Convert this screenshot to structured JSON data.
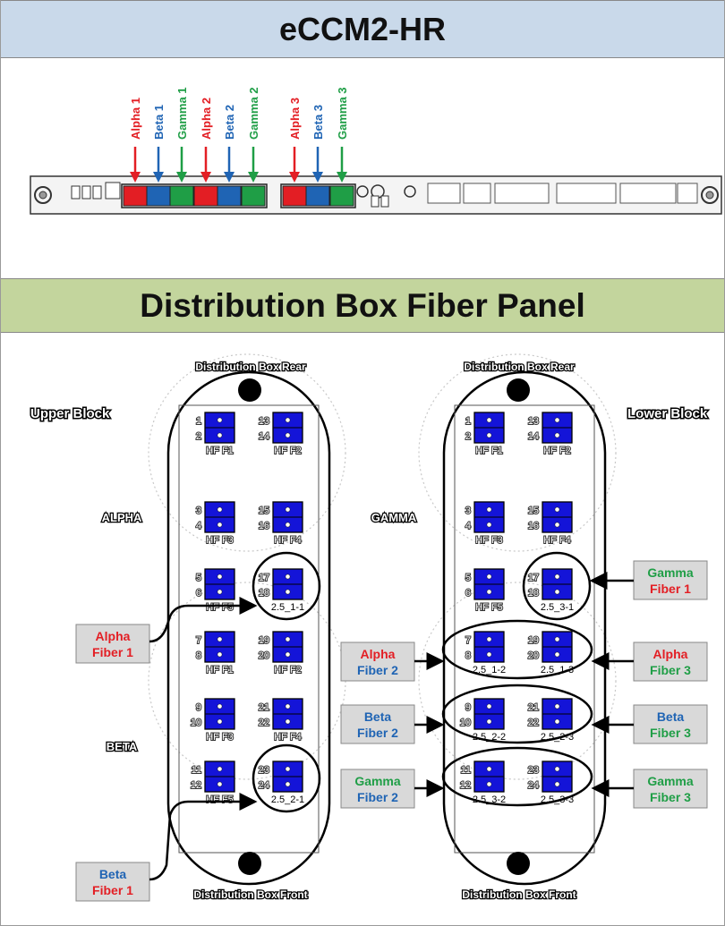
{
  "header": {
    "title": "eCCM2-HR"
  },
  "panel_title": "Distribution Box Fiber Panel",
  "card": {
    "fiber_labels": [
      {
        "text": "Alpha 1",
        "color": "#e31e24"
      },
      {
        "text": "Beta 1",
        "color": "#1f64b4"
      },
      {
        "text": "Gamma 1",
        "color": "#1f9e46"
      },
      {
        "text": "Alpha 2",
        "color": "#e31e24"
      },
      {
        "text": "Beta 2",
        "color": "#1f64b4"
      },
      {
        "text": "Gamma 2",
        "color": "#1f9e46"
      },
      {
        "text": "Alpha 3",
        "color": "#e31e24"
      },
      {
        "text": "Beta 3",
        "color": "#1f64b4"
      },
      {
        "text": "Gamma 3",
        "color": "#1f9e46"
      }
    ]
  },
  "boxes": {
    "rear_label": "Distribution Box Rear",
    "front_label": "Distribution Box Front",
    "upper_block": "Upper Block",
    "lower_block": "Lower Block",
    "group_labels": {
      "alpha": "ALPHA",
      "beta": "BETA",
      "gamma": "GAMMA"
    },
    "left_ports": [
      {
        "n1": "1",
        "n2": "2",
        "cap": "HF F1"
      },
      {
        "n1": "13",
        "n2": "14",
        "cap": "HF F2"
      },
      {
        "n1": "3",
        "n2": "4",
        "cap": "HF F3"
      },
      {
        "n1": "15",
        "n2": "16",
        "cap": "HF F4"
      },
      {
        "n1": "5",
        "n2": "6",
        "cap": "HF F5"
      },
      {
        "n1": "17",
        "n2": "18",
        "cap": "2.5_1-1"
      },
      {
        "n1": "7",
        "n2": "8",
        "cap": "HF F1"
      },
      {
        "n1": "19",
        "n2": "20",
        "cap": "HF F2"
      },
      {
        "n1": "9",
        "n2": "10",
        "cap": "HF F3"
      },
      {
        "n1": "21",
        "n2": "22",
        "cap": "HF F4"
      },
      {
        "n1": "11",
        "n2": "12",
        "cap": "HF F5"
      },
      {
        "n1": "23",
        "n2": "24",
        "cap": "2.5_2-1"
      }
    ],
    "right_ports": [
      {
        "n1": "1",
        "n2": "2",
        "cap": "HF F1"
      },
      {
        "n1": "13",
        "n2": "14",
        "cap": "HF F2"
      },
      {
        "n1": "3",
        "n2": "4",
        "cap": "HF F3"
      },
      {
        "n1": "15",
        "n2": "16",
        "cap": "HF F4"
      },
      {
        "n1": "5",
        "n2": "6",
        "cap": "HF F5"
      },
      {
        "n1": "17",
        "n2": "18",
        "cap": "2.5_3-1"
      },
      {
        "n1": "7",
        "n2": "8",
        "cap": "2.5_1-2"
      },
      {
        "n1": "19",
        "n2": "20",
        "cap": "2.5_1-3"
      },
      {
        "n1": "9",
        "n2": "10",
        "cap": "2.5_2-2"
      },
      {
        "n1": "21",
        "n2": "22",
        "cap": "2.5_2-3"
      },
      {
        "n1": "11",
        "n2": "12",
        "cap": "2.5_3-2"
      },
      {
        "n1": "23",
        "n2": "24",
        "cap": "2.5_3-3"
      }
    ]
  },
  "callouts": [
    {
      "l1": "Alpha",
      "c1": "#e31e24",
      "l2": "Fiber 1",
      "c2": "#e31e24"
    },
    {
      "l1": "Beta",
      "c1": "#1f64b4",
      "l2": "Fiber 1",
      "c2": "#e31e24"
    },
    {
      "l1": "Alpha",
      "c1": "#e31e24",
      "l2": "Fiber 2",
      "c2": "#1f64b4"
    },
    {
      "l1": "Beta",
      "c1": "#1f64b4",
      "l2": "Fiber 2",
      "c2": "#1f64b4"
    },
    {
      "l1": "Gamma",
      "c1": "#1f9e46",
      "l2": "Fiber 2",
      "c2": "#1f64b4"
    },
    {
      "l1": "Gamma",
      "c1": "#1f9e46",
      "l2": "Fiber 1",
      "c2": "#e31e24"
    },
    {
      "l1": "Alpha",
      "c1": "#e31e24",
      "l2": "Fiber 3",
      "c2": "#1f9e46"
    },
    {
      "l1": "Beta",
      "c1": "#1f64b4",
      "l2": "Fiber 3",
      "c2": "#1f9e46"
    },
    {
      "l1": "Gamma",
      "c1": "#1f9e46",
      "l2": "Fiber 3",
      "c2": "#1f9e46"
    }
  ]
}
